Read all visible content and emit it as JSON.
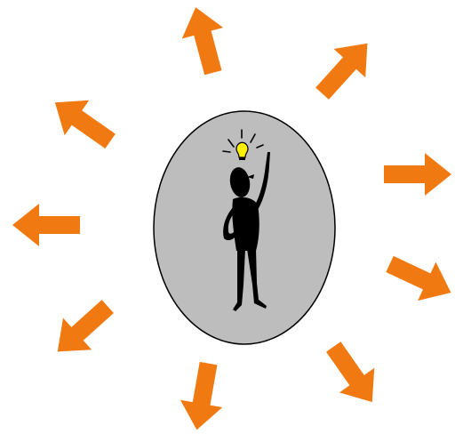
{
  "colors": {
    "accent": "#F07A11",
    "hub_fill": "#BDBDBD",
    "hub_stroke": "#000000",
    "figure": "#000000",
    "bulb": "#FFF200"
  },
  "center": {
    "shape": "oval",
    "figure": "person-pointing-up-with-idea-lightbulb"
  },
  "arrows": [
    {
      "name": "arrow-up",
      "direction": "up"
    },
    {
      "name": "arrow-up-right",
      "direction": "up-right"
    },
    {
      "name": "arrow-right",
      "direction": "right"
    },
    {
      "name": "arrow-down-right",
      "direction": "down-right"
    },
    {
      "name": "arrow-down-right-lower",
      "direction": "down-right"
    },
    {
      "name": "arrow-down",
      "direction": "down"
    },
    {
      "name": "arrow-down-left",
      "direction": "down-left"
    },
    {
      "name": "arrow-left",
      "direction": "left"
    },
    {
      "name": "arrow-up-left",
      "direction": "up-left"
    }
  ]
}
